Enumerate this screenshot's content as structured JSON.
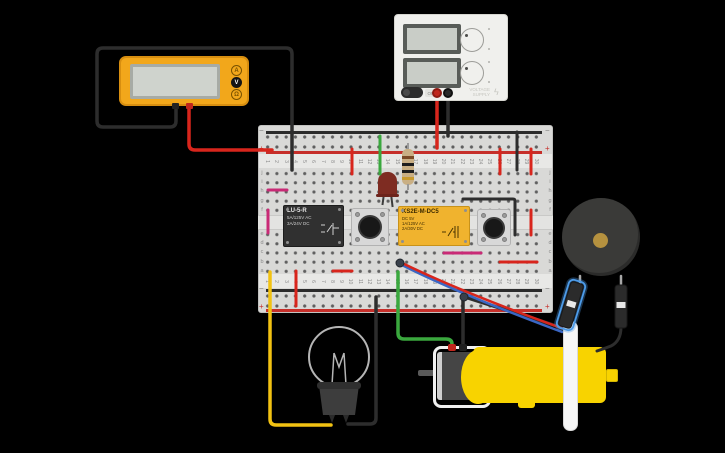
{
  "colors": {
    "bg": "#000000",
    "wire-black": "#2d2d2d",
    "wire-red": "#d8251c",
    "wire-yellow": "#f2c212",
    "wire-green": "#3aa83e",
    "wire-magenta": "#c92a76",
    "wire-blue": "#3a66c4",
    "mm-yellow": "#f2a71b",
    "relay-black": "#303030",
    "relay-yellow": "#f0b32e",
    "motor-yellow": "#f8d300",
    "buzzer-body": "#3a3a38",
    "buzzer-dot": "#b5913f",
    "selection-blue": "#4d9be8",
    "led-red": "#7e2c22"
  },
  "multimeter": {
    "buttons": [
      {
        "label": "A"
      },
      {
        "label": "V"
      },
      {
        "label": "Ω"
      }
    ]
  },
  "power_supply": {
    "switch_label": "OFF",
    "brand_line1": "VOLTAGE",
    "brand_line2": "SUPPLY",
    "bolt": "ϟ"
  },
  "breadboard": {
    "column_numbers": [
      1,
      2,
      3,
      4,
      5,
      6,
      7,
      8,
      9,
      10,
      11,
      12,
      13,
      14,
      15,
      16,
      17,
      18,
      19,
      20,
      21,
      22,
      23,
      24,
      25,
      26,
      27,
      28,
      29,
      30
    ],
    "row_letters_top": [
      "j",
      "i",
      "h",
      "g",
      "f"
    ],
    "row_letters_bottom": [
      "e",
      "d",
      "c",
      "b",
      "a"
    ],
    "rail_minus": "−",
    "rail_plus": "+"
  },
  "relay_small": {
    "title": "LU-5-R",
    "line1": "5A/125V AC",
    "line2": "3A/24V DC"
  },
  "relay_yellow": {
    "title": "KS2E-M-DC5",
    "line1": "DC 5V",
    "line2": "1A/125V AC",
    "line3": "2A/30V DC"
  }
}
